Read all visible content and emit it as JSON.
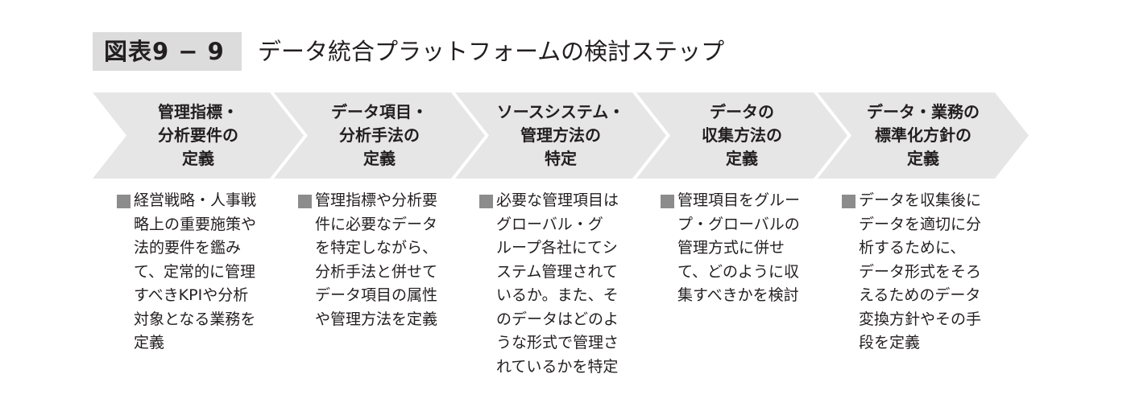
{
  "figure_label": "図表9 − 9",
  "figure_title": "データ統合プラットフォームの検討ステップ",
  "colors": {
    "chevron": "#e6e6e6",
    "label_bg": "#dcdcdc",
    "bullet": "#8c8c8c"
  },
  "steps": [
    {
      "title_lines": [
        "管理指標・",
        "分析要件の",
        "定義"
      ],
      "desc_lines": [
        "経営戦略・人事戦",
        "略上の重要施策や",
        "法的要件を鑑み",
        "て、定常的に管理",
        "すべきKPIや分析",
        "対象となる業務を",
        "定義"
      ]
    },
    {
      "title_lines": [
        "データ項目・",
        "分析手法の",
        "定義"
      ],
      "desc_lines": [
        "管理指標や分析要",
        "件に必要なデータ",
        "を特定しながら、",
        "分析手法と併せて",
        "データ項目の属性",
        "や管理方法を定義"
      ]
    },
    {
      "title_lines": [
        "ソースシステム・",
        "管理方法の",
        "特定"
      ],
      "desc_lines": [
        "必要な管理項目は",
        "グローバル・グ",
        "ループ各社にてシ",
        "ステム管理されて",
        "いるか。また、そ",
        "のデータはどのよ",
        "うな形式で管理さ",
        "れているかを特定"
      ]
    },
    {
      "title_lines": [
        "データの",
        "収集方法の",
        "定義"
      ],
      "desc_lines": [
        "管理項目をグルー",
        "プ・グローバルの",
        "管理方式に併せ",
        "て、どのように収",
        "集すべきかを検討"
      ]
    },
    {
      "title_lines": [
        "データ・業務の",
        "標準化方針の",
        "定義"
      ],
      "desc_lines": [
        "データを収集後に",
        "データを適切に分",
        "析するために、",
        "データ形式をそろ",
        "えるためのデータ",
        "変換方針やその手",
        "段を定義"
      ]
    }
  ]
}
